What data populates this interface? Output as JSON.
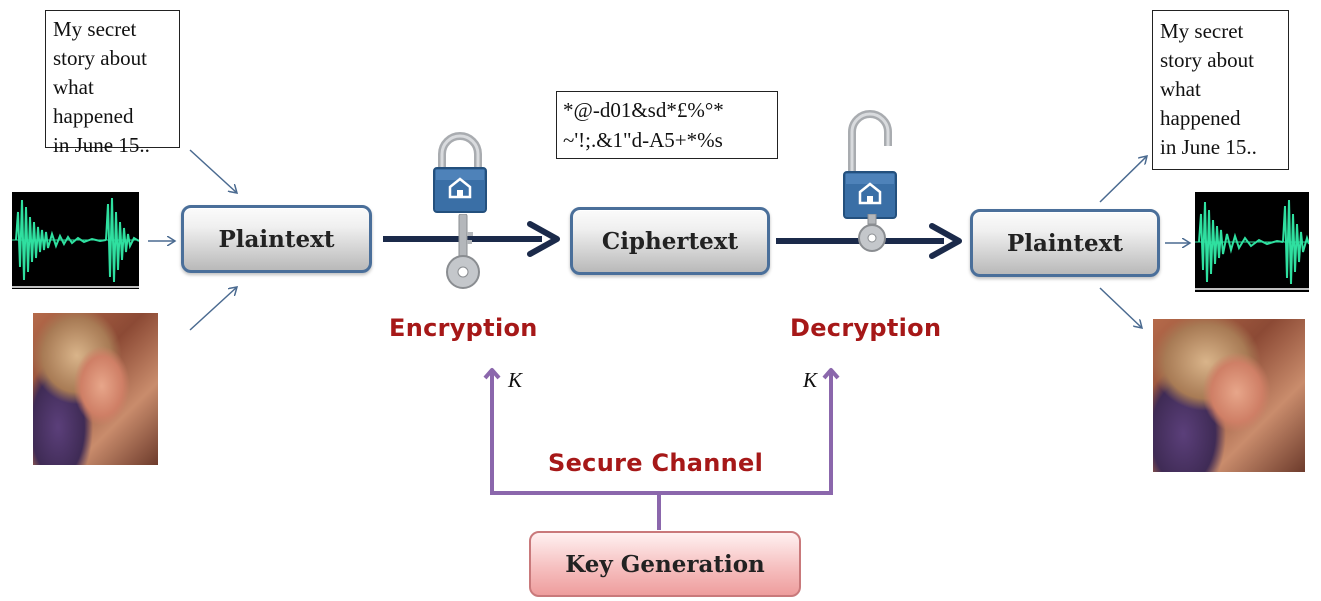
{
  "plaintext_note": "My secret\nstory about\nwhat\nhappened\nin June 15..",
  "ciphertext_sample": "*@-d01&sd*£%°*\n~'!;.&1\"d-A5+*%s",
  "nodes": {
    "plaintext_in": "Plaintext",
    "ciphertext": "Ciphertext",
    "plaintext_out": "Plaintext",
    "key_generation": "Key Generation"
  },
  "labels": {
    "encryption": "Encryption",
    "decryption": "Decryption",
    "secure_channel": "Secure Channel",
    "key_symbol": "K"
  },
  "icons": {
    "locked": "padlock-closed-icon",
    "unlocked": "padlock-open-icon",
    "key": "key-icon",
    "audio": "audio-waveform-icon",
    "image": "portrait-photo-icon"
  },
  "colors": {
    "flow_arrow": "#1b2a4a",
    "channel_line": "#8b67ac",
    "label_red": "#a61818",
    "node_border": "#4a6f9a",
    "padlock_body": "#3a6fa6",
    "waveform": "#2fe0a0"
  }
}
